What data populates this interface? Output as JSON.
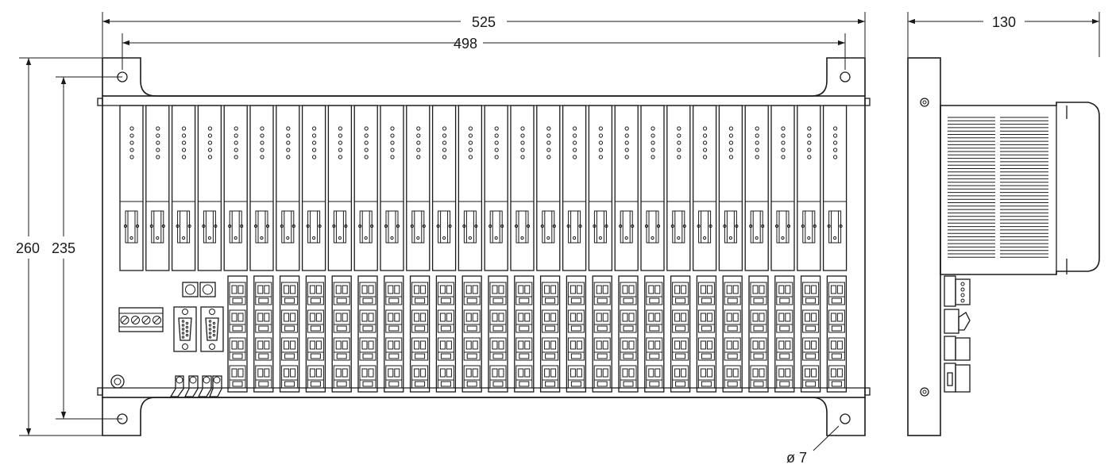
{
  "drawing": {
    "dimensions": {
      "overall_width": "525",
      "hole_spacing_width": "498",
      "overall_height": "260",
      "hole_spacing_height": "235",
      "side_depth": "130",
      "hole_diameter": "ø 7"
    },
    "front_view": {
      "module_count": 28,
      "terminal_column_count": 24,
      "terminal_rows_per_column": 4,
      "led_dots_per_module": 5
    }
  }
}
